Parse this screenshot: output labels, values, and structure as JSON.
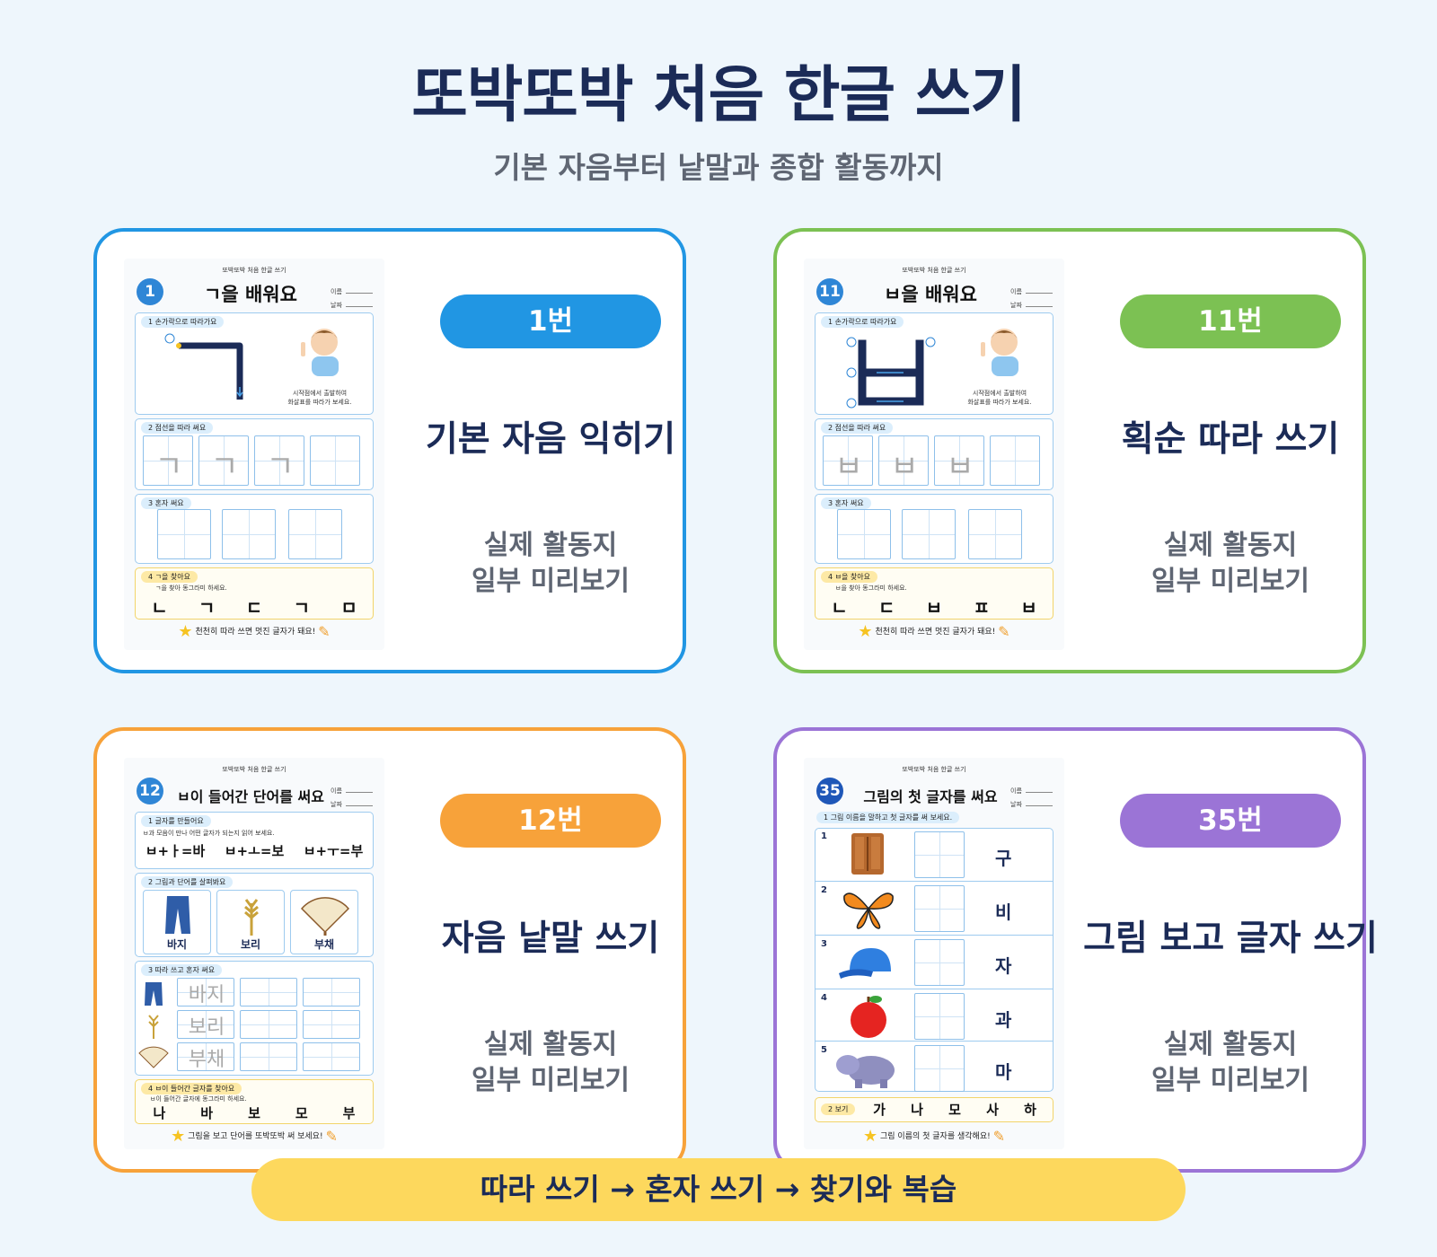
{
  "header": {
    "title": "또박또박 처음 한글 쓰기",
    "subtitle": "기본 자음부터 낱말과 종합 활동까지"
  },
  "colors": {
    "blue": "#2196e3",
    "green": "#7cc153",
    "orange": "#f7a23a",
    "purple": "#9b74d6",
    "banner": "#fdd85d",
    "navy": "#1b2b57"
  },
  "cards": [
    {
      "badge": "1번",
      "headline": "기본 자음 익히기",
      "preview_1": "실제 활동지",
      "preview_2": "일부 미리보기",
      "sheet": {
        "top": "또박또박 처음 한글 쓰기",
        "num": "1",
        "title": "ㄱ을 배워요",
        "name_label": "이름",
        "date_label": "날짜",
        "sec1": "1  손가락으로 따라가요",
        "note_1": "시작점에서 출발하여",
        "note_2": "화살표를 따라가 보세요.",
        "sec2": "2  점선을 따라 써요",
        "trace": "ㄱ",
        "sec3": "3  혼자 써요",
        "sec4": "4  ㄱ을 찾아요",
        "sec4_note": "ㄱ을 찾아 동그라미 하세요.",
        "find": [
          "ㄴ",
          "ㄱ",
          "ㄷ",
          "ㄱ",
          "ㅁ"
        ],
        "footer": "천천히 따라 쓰면 멋진 글자가 돼요!"
      }
    },
    {
      "badge": "11번",
      "headline": "획순 따라 쓰기",
      "preview_1": "실제 활동지",
      "preview_2": "일부 미리보기",
      "sheet": {
        "top": "또박또박 처음 한글 쓰기",
        "num": "11",
        "title": "ㅂ을 배워요",
        "name_label": "이름",
        "date_label": "날짜",
        "sec1": "1  손가락으로 따라가요",
        "note_1": "시작점에서 출발하여",
        "note_2": "화살표를 따라가 보세요.",
        "sec2": "2  점선을 따라 써요",
        "trace": "ㅂ",
        "sec3": "3  혼자 써요",
        "sec4": "4  ㅂ을 찾아요",
        "sec4_note": "ㅂ을 찾아 동그라미 하세요.",
        "find": [
          "ㄴ",
          "ㄷ",
          "ㅂ",
          "ㅍ",
          "ㅂ"
        ],
        "footer": "천천히 따라 쓰면 멋진 글자가 돼요!"
      }
    },
    {
      "badge": "12번",
      "headline": "자음 낱말 쓰기",
      "preview_1": "실제 활동지",
      "preview_2": "일부 미리보기",
      "sheet": {
        "top": "또박또박 처음 한글 쓰기",
        "num": "12",
        "title": "ㅂ이 들어간 단어를 써요",
        "name_label": "이름",
        "date_label": "날짜",
        "sec1": "1  글자를 만들어요",
        "sec1_note": "ㅂ과 모음이 만나 어떤 글자가 되는지 읽어 보세요.",
        "combos": [
          "ㅂ+ㅏ=바",
          "ㅂ+ㅗ=보",
          "ㅂ+ㅜ=부"
        ],
        "sec2": "2  그림과 단어를 살펴봐요",
        "words": [
          "바지",
          "보리",
          "부채"
        ],
        "sec3": "3  따라 쓰고 혼자 써요",
        "sec4": "4  ㅂ이 들어간 글자를 찾아요",
        "sec4_note": "ㅂ이 들어간 글자에 동그라미 하세요.",
        "find": [
          "나",
          "바",
          "보",
          "모",
          "부"
        ],
        "footer": "그림을 보고 단어를 또박또박 써 보세요!"
      }
    },
    {
      "badge": "35번",
      "headline": "그림 보고 글자 쓰기",
      "preview_1": "실제 활동지",
      "preview_2": "일부 미리보기",
      "sheet": {
        "top": "또박또박 처음 한글 쓰기",
        "num": "35",
        "title": "그림의 첫 글자를 써요",
        "name_label": "이름",
        "date_label": "날짜",
        "sec1": "1  그림 이름을 말하고 첫 글자를 써 보세요.",
        "rows": [
          {
            "n": "1",
            "icon": "wardrobe-icon",
            "answer": "구"
          },
          {
            "n": "2",
            "icon": "butterfly-icon",
            "answer": "비"
          },
          {
            "n": "3",
            "icon": "cap-icon",
            "answer": "자"
          },
          {
            "n": "4",
            "icon": "apple-icon",
            "answer": "과"
          },
          {
            "n": "5",
            "icon": "hippo-icon",
            "answer": "마"
          }
        ],
        "sec2": "2 보기",
        "choices": [
          "가",
          "나",
          "모",
          "사",
          "하"
        ],
        "footer": "그림 이름의 첫 글자를 생각해요!"
      }
    }
  ],
  "banner": "따라 쓰기 → 혼자 쓰기 → 찾기와 복습"
}
